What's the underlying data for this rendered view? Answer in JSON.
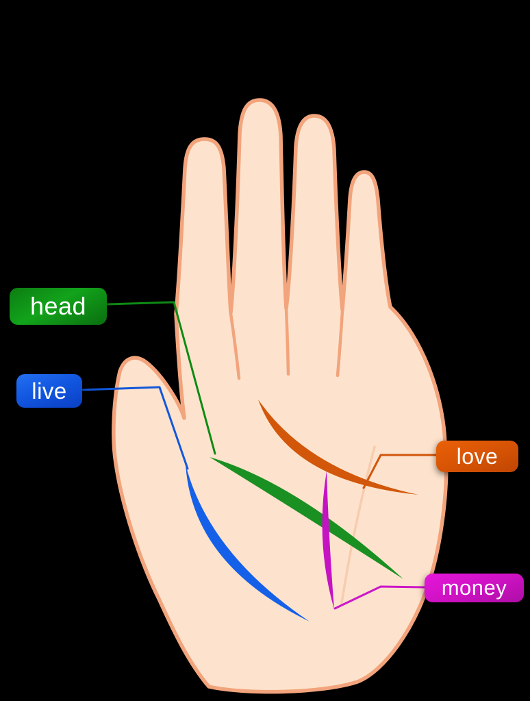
{
  "title": "Palmistry hand diagram",
  "background_color": "#000000",
  "hand": {
    "skin_color": "#fde3cd",
    "outline_color": "#f2a47c",
    "crease_color": "#f2a47c",
    "soft_crease_color": "#f6c8a9"
  },
  "labels": [
    {
      "id": "head",
      "text": "head",
      "color_top": "#12a31b",
      "color_bottom": "#0a6e0f",
      "leader_color": "#0e8a14"
    },
    {
      "id": "live",
      "text": "live",
      "color_top": "#2470f2",
      "color_bottom": "#0a3fc4",
      "leader_color": "#1157dc"
    },
    {
      "id": "love",
      "text": "love",
      "color_top": "#ea6108",
      "color_bottom": "#c04603",
      "leader_color": "#d2560b"
    },
    {
      "id": "money",
      "text": "money",
      "color_top": "#e516da",
      "color_bottom": "#ad0ea6",
      "leader_color": "#cc16c8"
    }
  ],
  "palm_lines": [
    {
      "id": "life-line",
      "label": "live",
      "color": "#1560e8"
    },
    {
      "id": "head-line",
      "label": "head",
      "color": "#1a8f22"
    },
    {
      "id": "heart-line",
      "label": "love",
      "color": "#d2570a"
    },
    {
      "id": "money-line",
      "label": "money",
      "color": "#c513c3"
    }
  ]
}
